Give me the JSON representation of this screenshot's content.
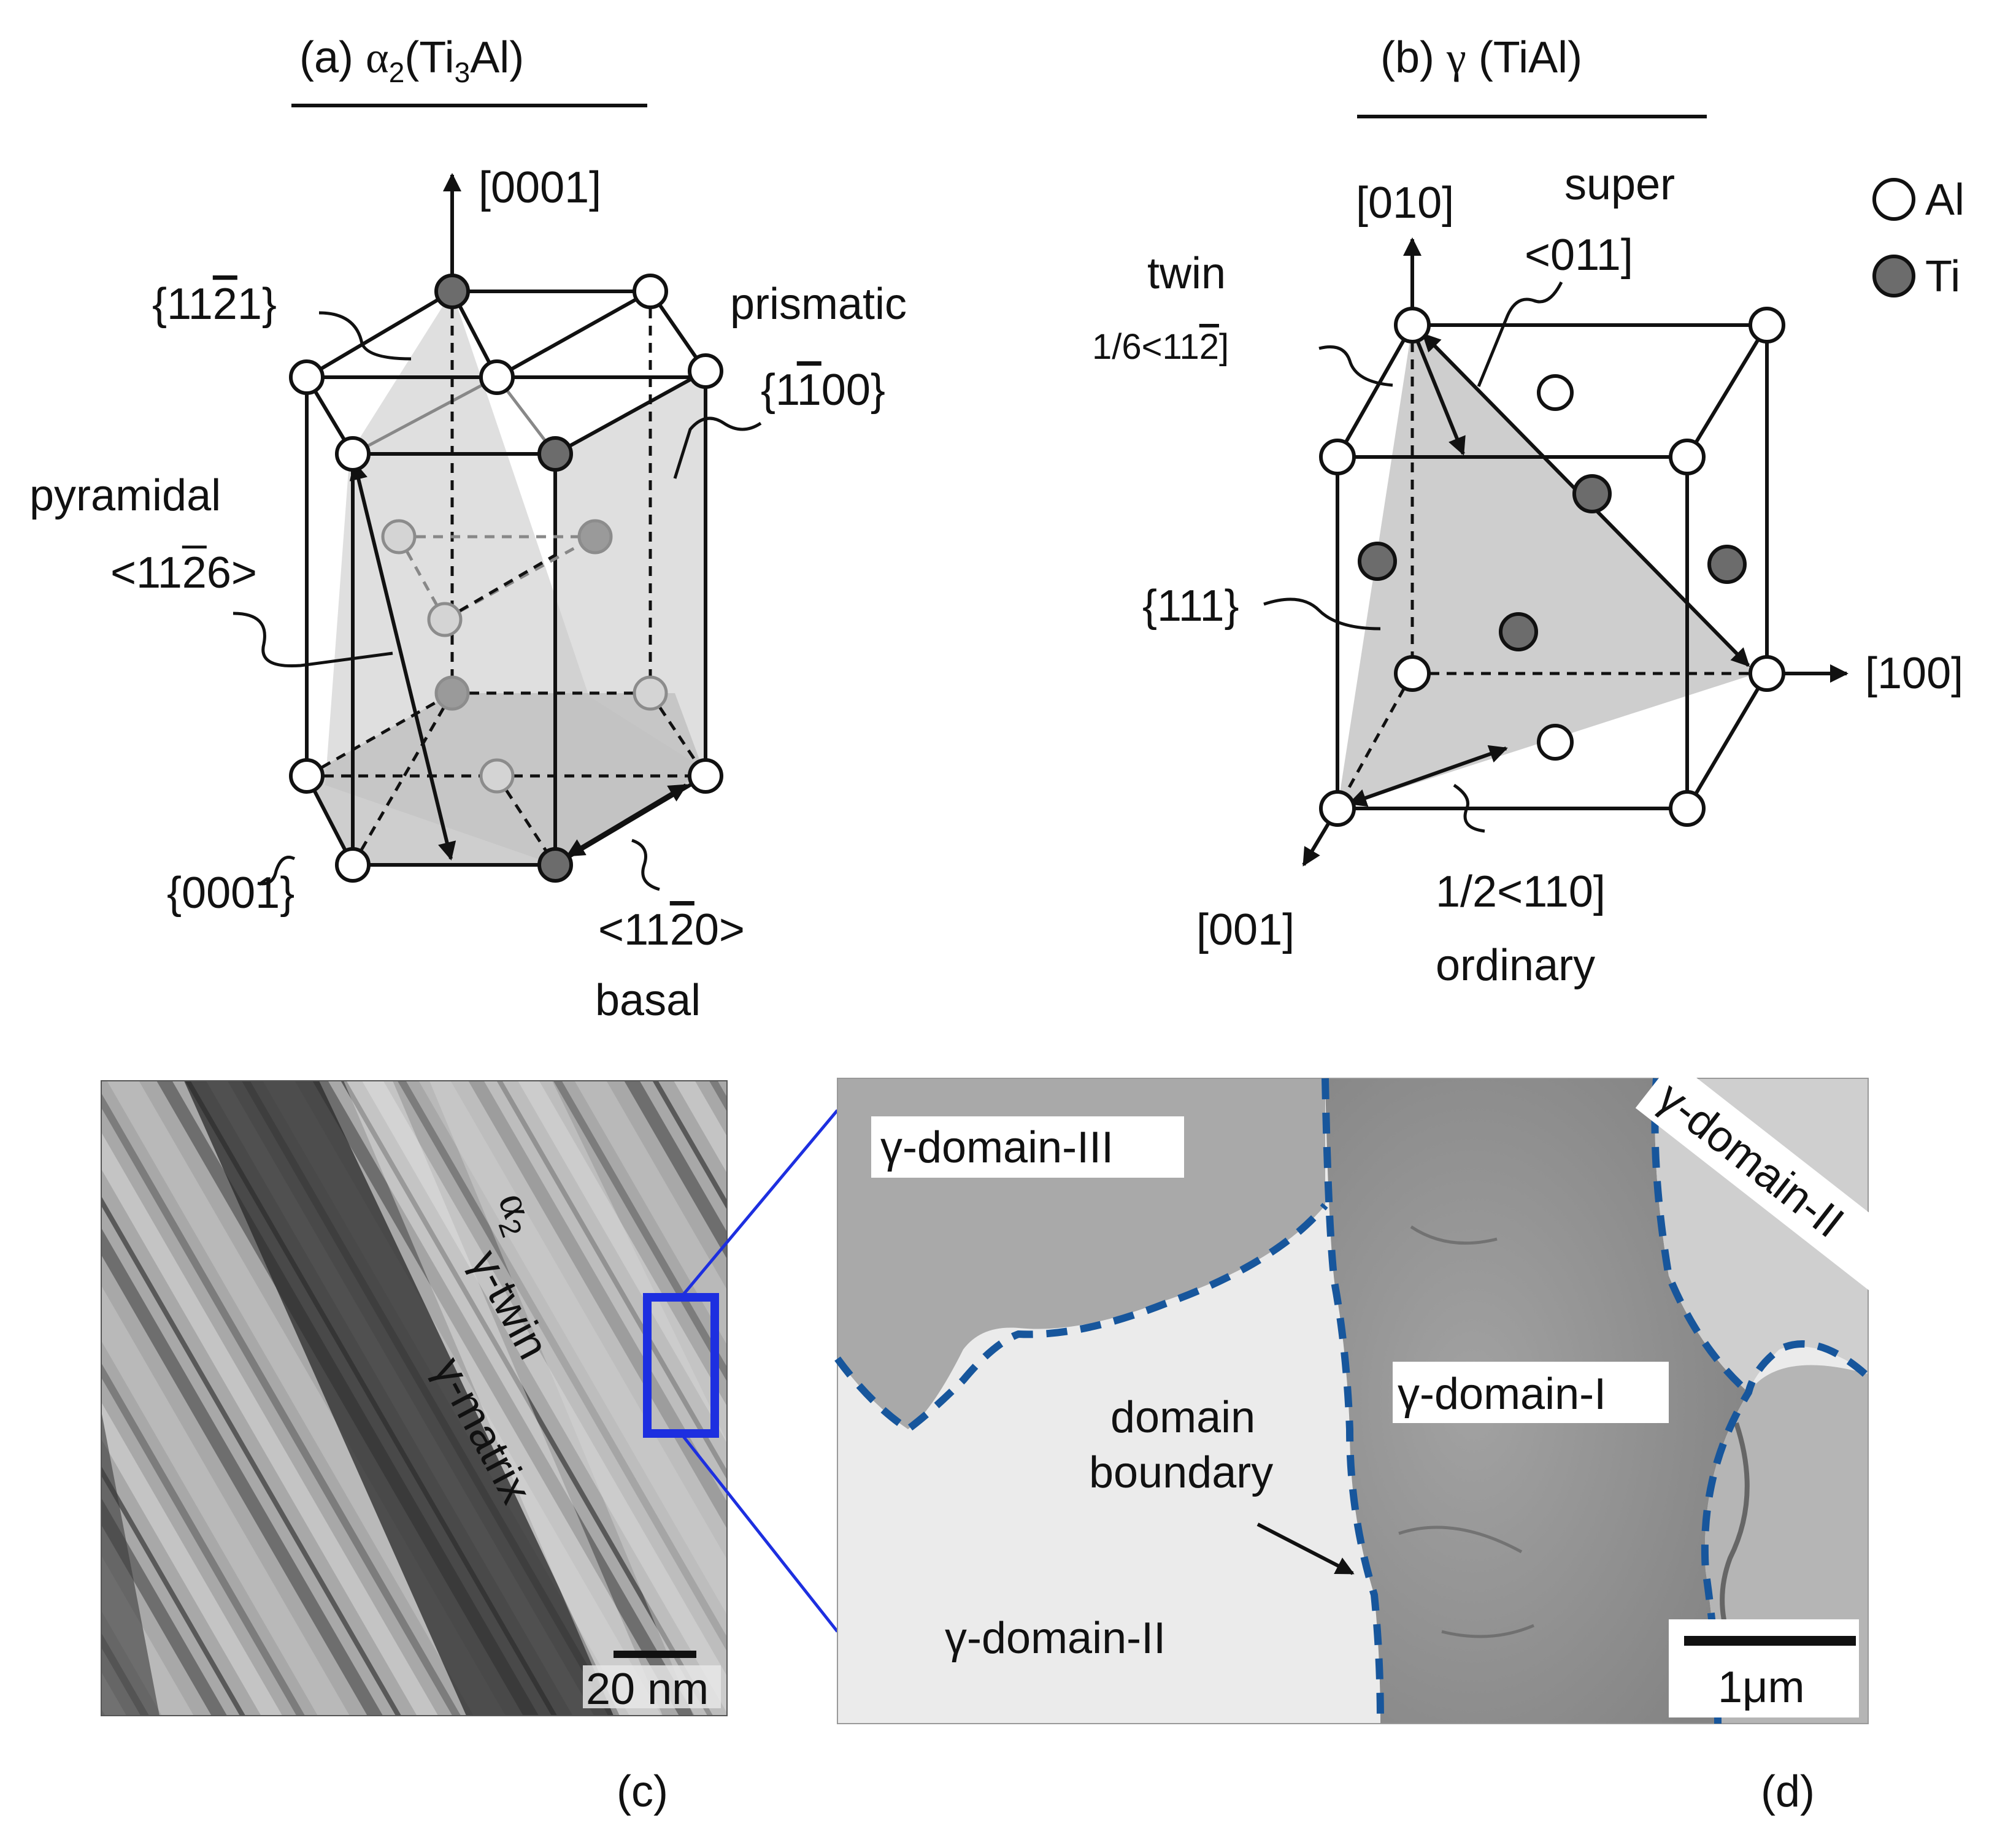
{
  "panel_a": {
    "title_prefix": "(a) ",
    "title_symbol": "α",
    "title_sub": "2",
    "title_rest1": "(Ti",
    "title_sub2": "3",
    "title_rest2": "Al)",
    "axis_label": "[0001]",
    "plane_pyramidal_first": "{11",
    "plane_pyramidal_bar": "2",
    "plane_pyramidal_last": "1}",
    "prismatic_label": "prismatic",
    "prismatic_plane_first": "{1",
    "prismatic_plane_bar": "1",
    "prismatic_plane_last": "00}",
    "pyramidal_label": "pyramidal",
    "pyramidal_dir_first": "<11",
    "pyramidal_dir_bar": "2",
    "pyramidal_dir_last": "6>",
    "basal_plane": "{0001}",
    "basal_dir_first": "<11",
    "basal_dir_bar": "2",
    "basal_dir_last": "0>",
    "basal_label": "basal"
  },
  "panel_b": {
    "title_prefix": "(b) ",
    "title_symbol": "γ",
    "title_rest": " (TiAl)",
    "axis_010": "[010]",
    "axis_100": "[100]",
    "axis_001": "[001]",
    "super_label": "super",
    "super_dir": "<011]",
    "twin_label": "twin",
    "twin_dir_first": "1/6<11",
    "twin_dir_bar": "2",
    "twin_dir_last": "]",
    "plane_111": "{111}",
    "ordinary_dir": "1/2<110]",
    "ordinary_label": "ordinary",
    "legend_al": "Al",
    "legend_ti": "Ti"
  },
  "panel_c": {
    "label_alpha": "α",
    "label_alpha_sub": "2",
    "label_twin": "γ-twin",
    "label_matrix": "γ-matrix",
    "scale_bar": "20 nm",
    "caption": "(c)"
  },
  "panel_d": {
    "domain_III": "γ-domain-III",
    "domain_II_top": "γ-domain-II",
    "domain_I": "γ-domain-I",
    "domain_II_bottom": "γ-domain-II",
    "boundary_line1": "domain",
    "boundary_line2": "boundary",
    "scale_bar": "1μm",
    "caption": "(d)"
  },
  "colors": {
    "boundary": "#17569c",
    "selection_box": "#1d2fe0",
    "ti_atom": "#6c6c6c",
    "al_atom": "#ffffff"
  }
}
